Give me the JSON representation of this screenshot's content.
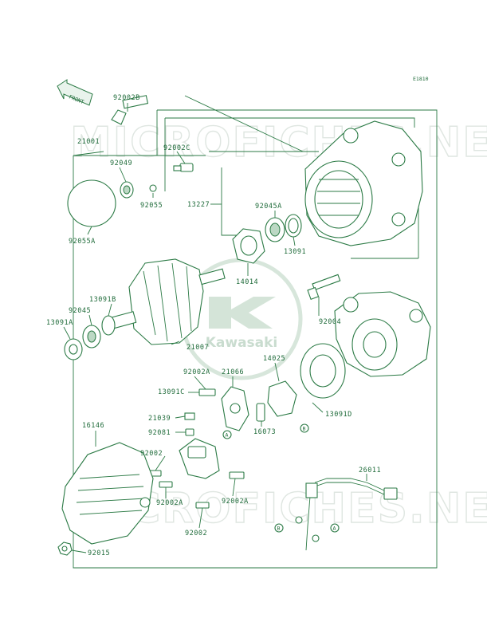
{
  "diagram_code": "E1810",
  "front_label": "FRONT",
  "watermarks": [
    "MICROFICHES.NET",
    "MICROFICHES.NET"
  ],
  "logo_text": "Kawasaki",
  "callouts": {
    "A": "A",
    "B": "B"
  },
  "parts": [
    {
      "key": "p92002b",
      "number": "92002B"
    },
    {
      "key": "p21001",
      "number": "21001"
    },
    {
      "key": "p92049",
      "number": "92049"
    },
    {
      "key": "p92002c",
      "number": "92002C"
    },
    {
      "key": "p92055",
      "number": "92055"
    },
    {
      "key": "p13227",
      "number": "13227"
    },
    {
      "key": "p92045a",
      "number": "92045A"
    },
    {
      "key": "p92055a",
      "number": "92055A"
    },
    {
      "key": "p13091",
      "number": "13091"
    },
    {
      "key": "p14014",
      "number": "14014"
    },
    {
      "key": "p13091b",
      "number": "13091B"
    },
    {
      "key": "p92045",
      "number": "92045"
    },
    {
      "key": "p13091a",
      "number": "13091A"
    },
    {
      "key": "p92004",
      "number": "92004"
    },
    {
      "key": "p21007",
      "number": "21007"
    },
    {
      "key": "p14025",
      "number": "14025"
    },
    {
      "key": "p92002a_1",
      "number": "92002A"
    },
    {
      "key": "p21066",
      "number": "21066"
    },
    {
      "key": "p13091c",
      "number": "13091C"
    },
    {
      "key": "p13091d",
      "number": "13091D"
    },
    {
      "key": "p21039",
      "number": "21039"
    },
    {
      "key": "p16073",
      "number": "16073"
    },
    {
      "key": "p92081",
      "number": "92081"
    },
    {
      "key": "p16146",
      "number": "16146"
    },
    {
      "key": "p92002_1",
      "number": "92002"
    },
    {
      "key": "p26011",
      "number": "26011"
    },
    {
      "key": "p92002a_2",
      "number": "92002A"
    },
    {
      "key": "p92002a_3",
      "number": "92002A"
    },
    {
      "key": "p92002_2",
      "number": "92002"
    },
    {
      "key": "p92015",
      "number": "92015"
    }
  ]
}
